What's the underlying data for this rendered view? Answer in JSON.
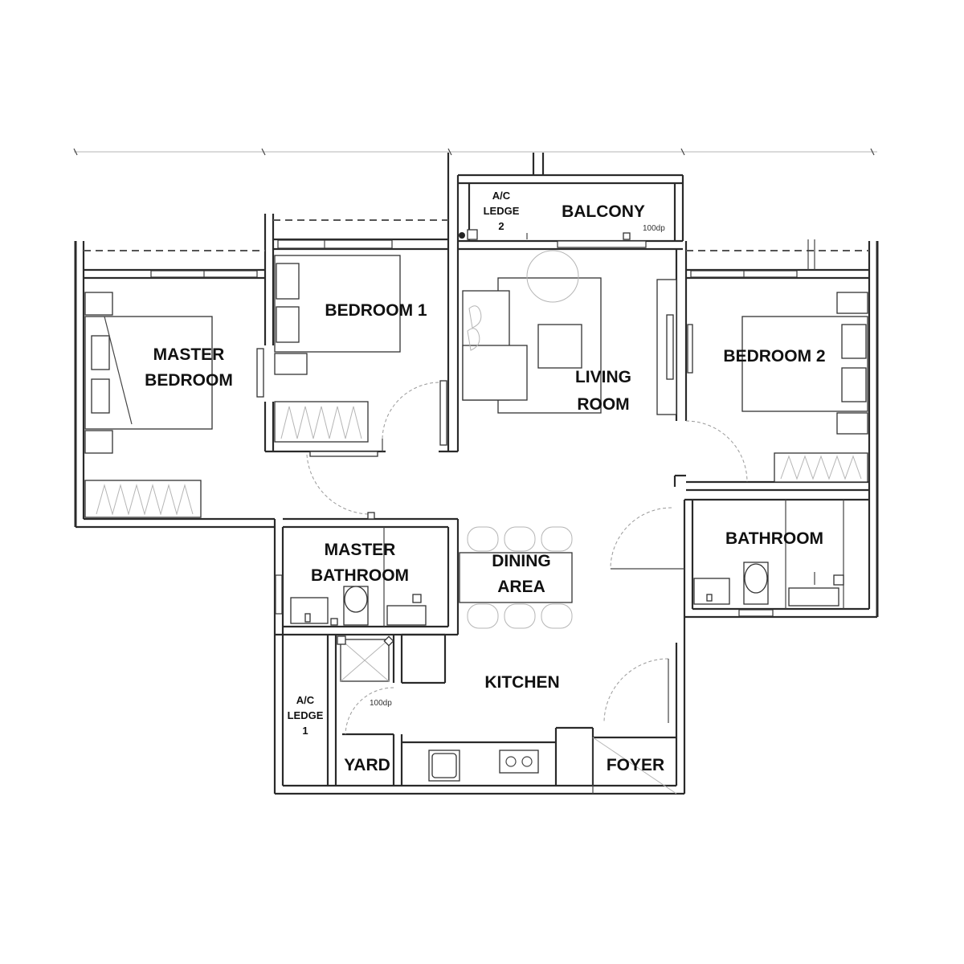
{
  "rooms": {
    "master_bedroom": [
      "MASTER",
      "BEDROOM"
    ],
    "bedroom_1": "BEDROOM 1",
    "balcony": "BALCONY",
    "ac_ledge_2": [
      "A/C",
      "LEDGE",
      "2"
    ],
    "living_room": [
      "LIVING",
      "ROOM"
    ],
    "bedroom_2": "BEDROOM 2",
    "master_bathroom": [
      "MASTER",
      "BATHROOM"
    ],
    "dining_area": [
      "DINING",
      "AREA"
    ],
    "bathroom": "BATHROOM",
    "kitchen": "KITCHEN",
    "ac_ledge_1": [
      "A/C",
      "LEDGE",
      "1"
    ],
    "yard": "YARD",
    "foyer": "FOYER"
  },
  "notes": {
    "balcony_drain": "100dp",
    "yard_drain": "100dp"
  }
}
